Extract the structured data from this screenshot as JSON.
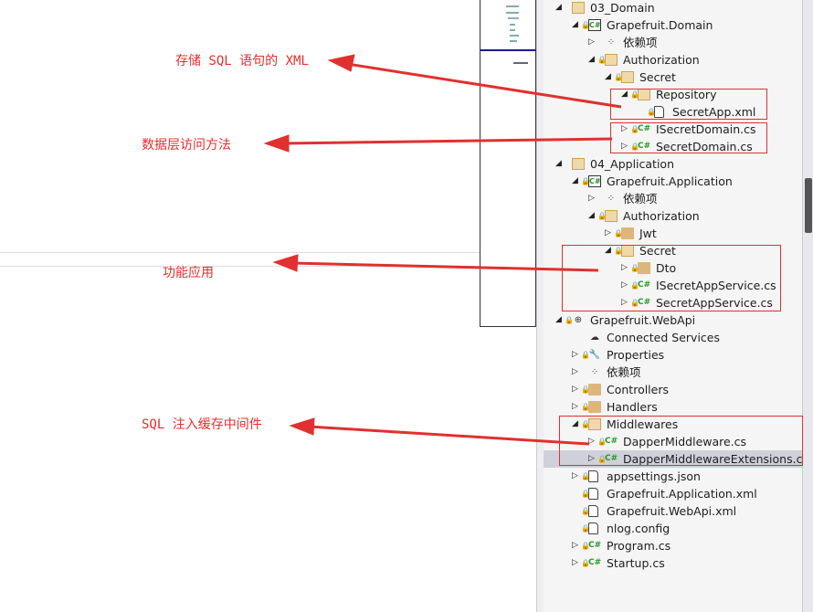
{
  "annotations": [
    "存储 SQL 语句的 XML",
    "数据层访问方法",
    "功能应用",
    "SQL 注入缓存中间件"
  ],
  "colors": {
    "annotation": "#e03030",
    "selected": "#cfd0da"
  },
  "tree": [
    {
      "label": "03_Domain",
      "level": 0,
      "state": "expanded",
      "icon": "folder-open",
      "lock": false
    },
    {
      "label": "Grapefruit.Domain",
      "level": 1,
      "state": "expanded",
      "icon": "csproj",
      "lock": true
    },
    {
      "label": "依赖项",
      "level": 2,
      "state": "collapsed",
      "icon": "deps",
      "lock": false
    },
    {
      "label": "Authorization",
      "level": 2,
      "state": "expanded",
      "icon": "folder-open",
      "lock": true
    },
    {
      "label": "Secret",
      "level": 3,
      "state": "expanded",
      "icon": "folder-open",
      "lock": true
    },
    {
      "label": "Repository",
      "level": 4,
      "state": "expanded",
      "icon": "folder-open",
      "lock": true
    },
    {
      "label": "SecretApp.xml",
      "level": 5,
      "state": "none",
      "icon": "xml",
      "lock": true
    },
    {
      "label": "ISecretDomain.cs",
      "level": 4,
      "state": "collapsed",
      "icon": "cs",
      "lock": true
    },
    {
      "label": "SecretDomain.cs",
      "level": 4,
      "state": "collapsed",
      "icon": "cs",
      "lock": true
    },
    {
      "label": "04_Application",
      "level": 0,
      "state": "expanded",
      "icon": "folder-open",
      "lock": false
    },
    {
      "label": "Grapefruit.Application",
      "level": 1,
      "state": "expanded",
      "icon": "csproj",
      "lock": true
    },
    {
      "label": "依赖项",
      "level": 2,
      "state": "collapsed",
      "icon": "deps",
      "lock": false
    },
    {
      "label": "Authorization",
      "level": 2,
      "state": "expanded",
      "icon": "folder-open",
      "lock": true
    },
    {
      "label": "Jwt",
      "level": 3,
      "state": "collapsed",
      "icon": "folder",
      "lock": true
    },
    {
      "label": "Secret",
      "level": 3,
      "state": "expanded",
      "icon": "folder-open",
      "lock": true
    },
    {
      "label": "Dto",
      "level": 4,
      "state": "collapsed",
      "icon": "folder",
      "lock": true
    },
    {
      "label": "ISecretAppService.cs",
      "level": 4,
      "state": "collapsed",
      "icon": "cs",
      "lock": true
    },
    {
      "label": "SecretAppService.cs",
      "level": 4,
      "state": "collapsed",
      "icon": "cs",
      "lock": true
    },
    {
      "label": "Grapefruit.WebApi",
      "level": 0,
      "state": "expanded",
      "icon": "web",
      "lock": true
    },
    {
      "label": "Connected Services",
      "level": 1,
      "state": "none",
      "icon": "cloud",
      "lock": false
    },
    {
      "label": "Properties",
      "level": 1,
      "state": "collapsed",
      "icon": "wrench",
      "lock": true
    },
    {
      "label": "依赖项",
      "level": 1,
      "state": "collapsed",
      "icon": "deps",
      "lock": false
    },
    {
      "label": "Controllers",
      "level": 1,
      "state": "collapsed",
      "icon": "folder",
      "lock": true
    },
    {
      "label": "Handlers",
      "level": 1,
      "state": "collapsed",
      "icon": "folder",
      "lock": true
    },
    {
      "label": "Middlewares",
      "level": 1,
      "state": "expanded",
      "icon": "folder-open",
      "lock": true
    },
    {
      "label": "DapperMiddleware.cs",
      "level": 2,
      "state": "collapsed",
      "icon": "cs",
      "lock": true
    },
    {
      "label": "DapperMiddlewareExtensions.cs",
      "level": 2,
      "state": "collapsed",
      "icon": "cs",
      "lock": true,
      "selected": true
    },
    {
      "label": "appsettings.json",
      "level": 1,
      "state": "collapsed",
      "icon": "json",
      "lock": true
    },
    {
      "label": "Grapefruit.Application.xml",
      "level": 1,
      "state": "none",
      "icon": "xml",
      "lock": true
    },
    {
      "label": "Grapefruit.WebApi.xml",
      "level": 1,
      "state": "none",
      "icon": "xml",
      "lock": true
    },
    {
      "label": "nlog.config",
      "level": 1,
      "state": "none",
      "icon": "config",
      "lock": true
    },
    {
      "label": "Program.cs",
      "level": 1,
      "state": "collapsed",
      "icon": "cs",
      "lock": true
    },
    {
      "label": "Startup.cs",
      "level": 1,
      "state": "collapsed",
      "icon": "cs",
      "lock": true
    }
  ]
}
